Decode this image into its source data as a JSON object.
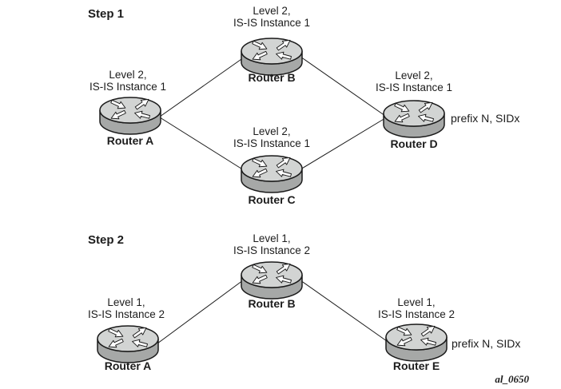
{
  "figure_id": "al_0650",
  "colors": {
    "router_top": "#d2d4d3",
    "router_body": "#a6a8a7",
    "outline": "#1a1a1a",
    "text": "#1c1c1c",
    "line": "#1a1a1a",
    "bg": "#ffffff"
  },
  "steps": [
    {
      "label": "Step 1",
      "routers": [
        {
          "id": "a",
          "icon": "router-cylinder-icon",
          "name": "Router A",
          "annotation": "Level 2,\nIS-IS Instance 1"
        },
        {
          "id": "b",
          "icon": "router-cylinder-icon",
          "name": "Router B",
          "annotation": "Level 2,\nIS-IS Instance 1"
        },
        {
          "id": "c",
          "icon": "router-cylinder-icon",
          "name": "Router C",
          "annotation": "Level 2,\nIS-IS Instance 1"
        },
        {
          "id": "d",
          "icon": "router-cylinder-icon",
          "name": "Router D",
          "annotation": "Level 2,\nIS-IS Instance 1",
          "side_label": "prefix N, SIDx"
        }
      ],
      "links": [
        {
          "from": "Router A",
          "to": "Router B"
        },
        {
          "from": "Router A",
          "to": "Router C"
        },
        {
          "from": "Router B",
          "to": "Router D"
        },
        {
          "from": "Router C",
          "to": "Router D"
        }
      ]
    },
    {
      "label": "Step 2",
      "routers": [
        {
          "id": "a",
          "icon": "router-cylinder-icon",
          "name": "Router A",
          "annotation": "Level 1,\nIS-IS Instance 2"
        },
        {
          "id": "b",
          "icon": "router-cylinder-icon",
          "name": "Router B",
          "annotation": "Level 1,\nIS-IS Instance 2"
        },
        {
          "id": "e",
          "icon": "router-cylinder-icon",
          "name": "Router E",
          "annotation": "Level 1,\nIS-IS Instance 2",
          "side_label": "prefix N, SIDx"
        }
      ],
      "links": [
        {
          "from": "Router A",
          "to": "Router B"
        },
        {
          "from": "Router B",
          "to": "Router E"
        }
      ]
    }
  ]
}
